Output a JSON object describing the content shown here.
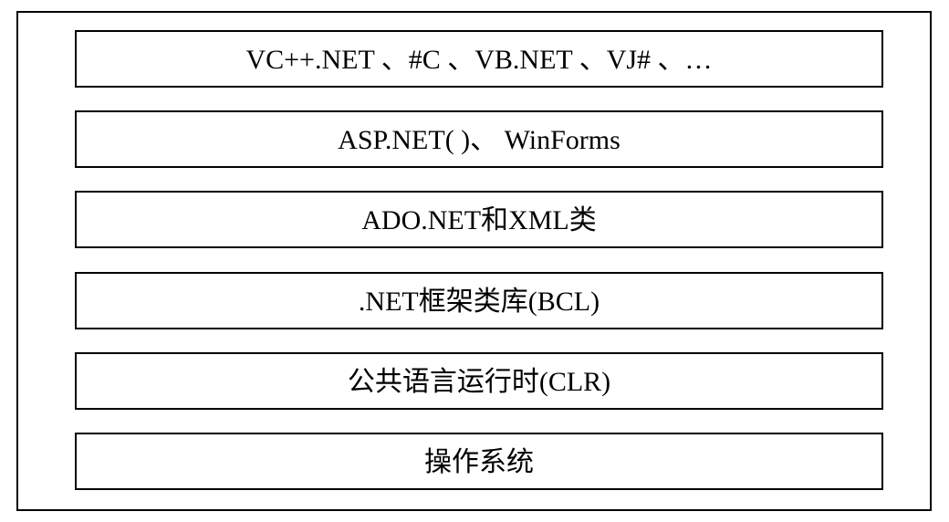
{
  "diagram": {
    "layers": [
      {
        "label": "VC++.NET 、#C 、VB.NET 、VJ# 、…"
      },
      {
        "label": "ASP.NET( )、 WinForms"
      },
      {
        "label": "ADO.NET和XML类"
      },
      {
        "label": ".NET框架类库(BCL)"
      },
      {
        "label": "公共语言运行时(CLR)"
      },
      {
        "label": "操作系统"
      }
    ]
  }
}
